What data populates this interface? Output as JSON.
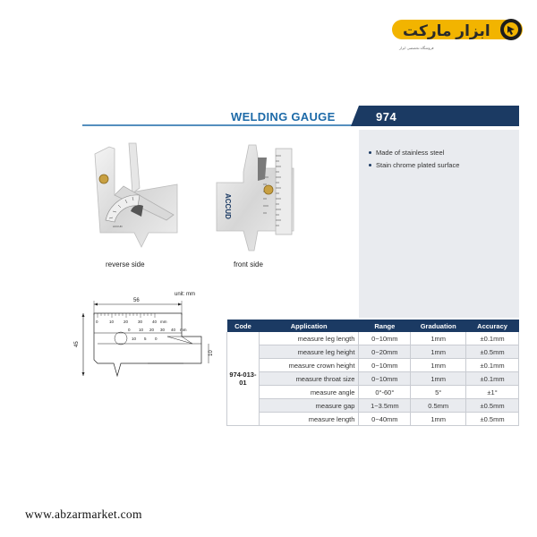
{
  "logo": {
    "text": "ابزار مارکت",
    "tagline": "فروشگاه تخصصی ابزار"
  },
  "header": {
    "title": "WELDING GAUGE",
    "code": "974",
    "accent_color": "#1d6aa8",
    "bar_color": "#1b3a63"
  },
  "features": [
    "Made of stainless steel",
    "Stain chrome plated surface"
  ],
  "images": {
    "reverse_caption": "reverse side",
    "front_caption": "front side",
    "brand_text": "ACCUD"
  },
  "drawing": {
    "unit_label": "unit: mm",
    "dim_width": "56",
    "dim_height": "45",
    "dim_right": "10",
    "scale_top": [
      "0",
      "10",
      "20",
      "30",
      "40",
      "mm"
    ],
    "scale_mid": [
      "0",
      "10",
      "20",
      "30",
      "40",
      "mm"
    ],
    "scale_low": [
      "10",
      "5",
      "0"
    ]
  },
  "table": {
    "headers": [
      "Code",
      "Application",
      "Range",
      "Graduation",
      "Accuracy"
    ],
    "code": "974-013-01",
    "rows": [
      {
        "application": "measure leg length",
        "range": "0~10mm",
        "graduation": "1mm",
        "accuracy": "±0.1mm"
      },
      {
        "application": "measure leg height",
        "range": "0~20mm",
        "graduation": "1mm",
        "accuracy": "±0.5mm"
      },
      {
        "application": "measure crown height",
        "range": "0~10mm",
        "graduation": "1mm",
        "accuracy": "±0.1mm"
      },
      {
        "application": "measure throat size",
        "range": "0~10mm",
        "graduation": "1mm",
        "accuracy": "±0.1mm"
      },
      {
        "application": "measure angle",
        "range": "0°-60°",
        "graduation": "5°",
        "accuracy": "±1°"
      },
      {
        "application": "measure gap",
        "range": "1~3.5mm",
        "graduation": "0.5mm",
        "accuracy": "±0.5mm"
      },
      {
        "application": "measure length",
        "range": "0~40mm",
        "graduation": "1mm",
        "accuracy": "±0.5mm"
      }
    ]
  },
  "footer": {
    "website": "www.abzarmarket.com"
  }
}
